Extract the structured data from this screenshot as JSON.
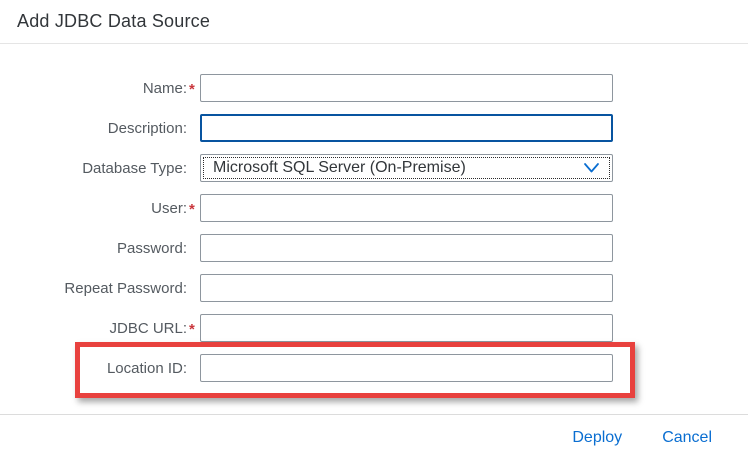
{
  "header": {
    "title": "Add JDBC Data Source"
  },
  "form": {
    "fields": [
      {
        "label": "Name:",
        "required_mark": "*",
        "value": "",
        "placeholder": ""
      },
      {
        "label": "Description:",
        "required_mark": "",
        "value": "",
        "placeholder": ""
      },
      {
        "label": "Database Type:",
        "required_mark": "",
        "value": "Microsoft SQL Server (On-Premise)"
      },
      {
        "label": "User:",
        "required_mark": "*",
        "value": "",
        "placeholder": ""
      },
      {
        "label": "Password:",
        "required_mark": "",
        "value": "",
        "placeholder": ""
      },
      {
        "label": "Repeat Password:",
        "required_mark": "",
        "value": "",
        "placeholder": ""
      },
      {
        "label": "JDBC URL:",
        "required_mark": "*",
        "value": "",
        "placeholder": ""
      },
      {
        "label": "Location ID:",
        "required_mark": "",
        "value": "",
        "placeholder": ""
      }
    ]
  },
  "footer": {
    "deploy_label": "Deploy",
    "cancel_label": "Cancel"
  },
  "icons": {
    "select_chevron": "chevron-down"
  },
  "colors": {
    "accent_blue": "#0a6ed1",
    "focus_blue": "#0854a0",
    "required_red": "#c9363c",
    "annotation_red": "#e8413e",
    "border_gray": "#8e969e",
    "label_gray": "#545a60",
    "title_dark": "#32363a",
    "separator": "#e5e5e5"
  }
}
